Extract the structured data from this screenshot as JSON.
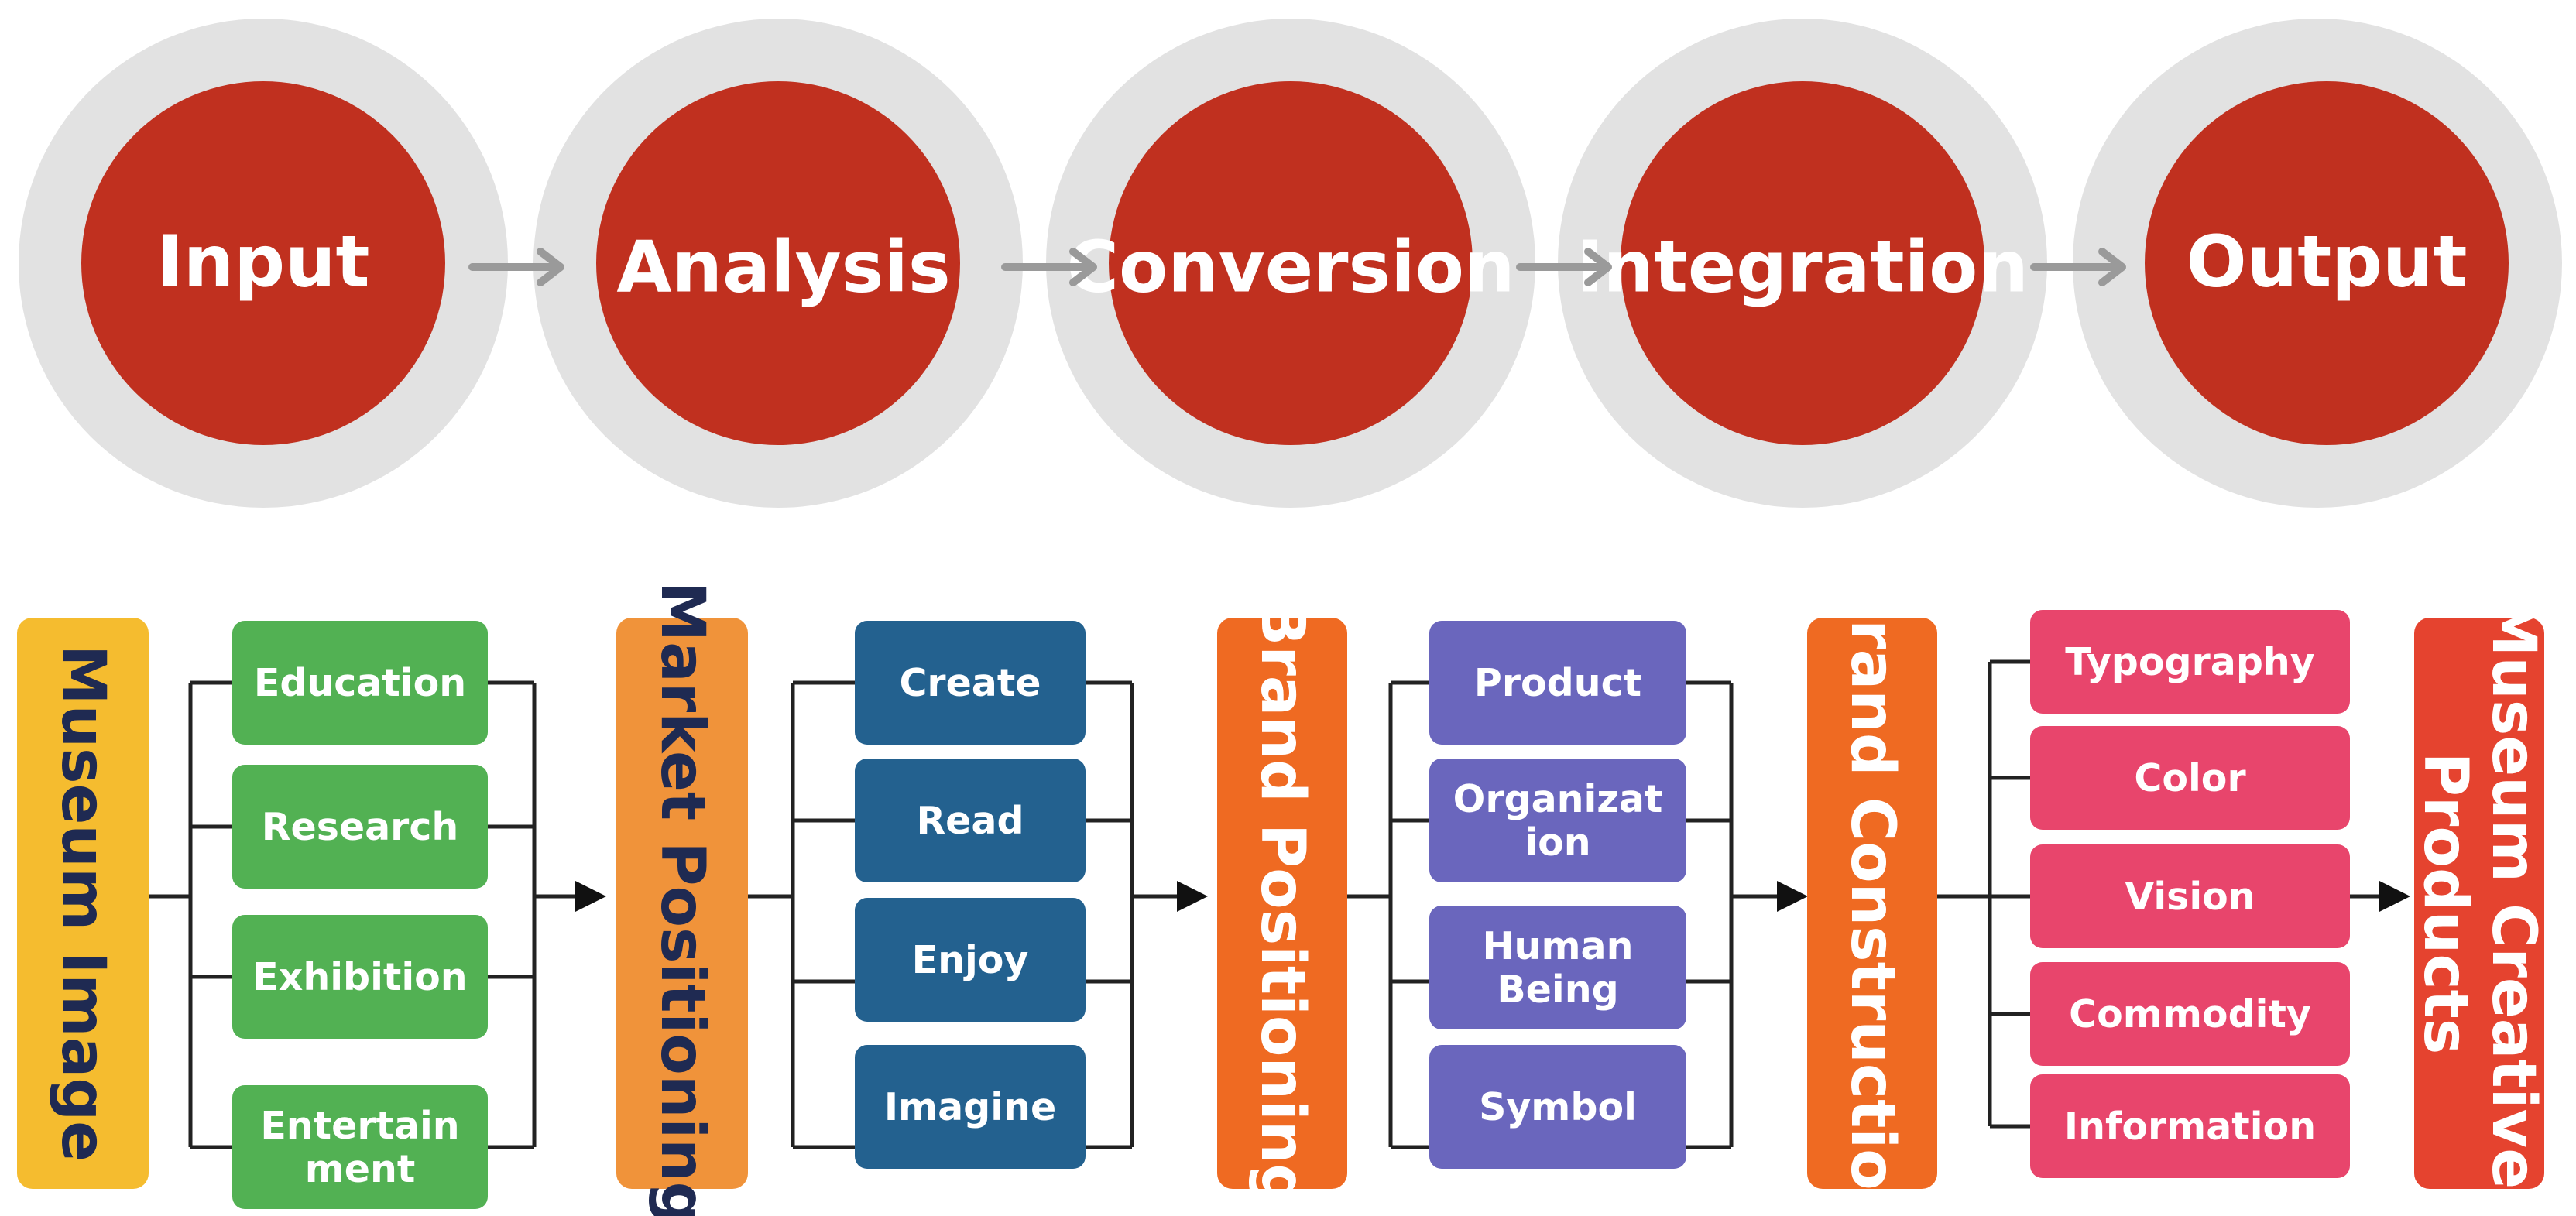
{
  "stages": [
    "Input",
    "Analysis",
    "Conversion",
    "Integration",
    "Output"
  ],
  "colors": {
    "stage_fill": "#c0301f",
    "stage_halo": "#e2e2e2",
    "flow_arrow": "#9a9a9a",
    "connector": "#222222",
    "museum_image": "#f5bc2f",
    "market_positioning": "#f0933a",
    "brand_positioning": "#ef6a22",
    "brand_construction": "#ef6a22",
    "museum_products": "#e5432f",
    "group1": "#52b153",
    "group2": "#23618f",
    "group3": "#6a66bd",
    "group4": "#e8456c"
  },
  "columns": [
    {
      "label": "Museum Image"
    },
    {
      "label": "Market Positioning"
    },
    {
      "label": "Brand Positioning"
    },
    {
      "label": "Brand Construction"
    },
    {
      "label": "Museum Creative Products",
      "lines": [
        "Museum Creative",
        "Products"
      ]
    }
  ],
  "groups": [
    {
      "items": [
        {
          "label": "Education",
          "lines": [
            "Education"
          ]
        },
        {
          "label": "Research",
          "lines": [
            "Research"
          ]
        },
        {
          "label": "Exhibition",
          "lines": [
            "Exhibition"
          ]
        },
        {
          "label": "Entertainment",
          "lines": [
            "Entertain",
            "ment"
          ]
        }
      ]
    },
    {
      "items": [
        {
          "label": "Create",
          "lines": [
            "Create"
          ]
        },
        {
          "label": "Read",
          "lines": [
            "Read"
          ]
        },
        {
          "label": "Enjoy",
          "lines": [
            "Enjoy"
          ]
        },
        {
          "label": "Imagine",
          "lines": [
            "Imagine"
          ]
        }
      ]
    },
    {
      "items": [
        {
          "label": "Product",
          "lines": [
            "Product"
          ]
        },
        {
          "label": "Organization",
          "lines": [
            "Organizat",
            "ion"
          ]
        },
        {
          "label": "Human Being",
          "lines": [
            "Human",
            "Being"
          ]
        },
        {
          "label": "Symbol",
          "lines": [
            "Symbol"
          ]
        }
      ]
    },
    {
      "items": [
        {
          "label": "Typography",
          "lines": [
            "Typography"
          ]
        },
        {
          "label": "Color",
          "lines": [
            "Color"
          ]
        },
        {
          "label": "Vision",
          "lines": [
            "Vision"
          ]
        },
        {
          "label": "Commodity",
          "lines": [
            "Commodity"
          ]
        },
        {
          "label": "Information",
          "lines": [
            "Information"
          ]
        }
      ]
    }
  ]
}
